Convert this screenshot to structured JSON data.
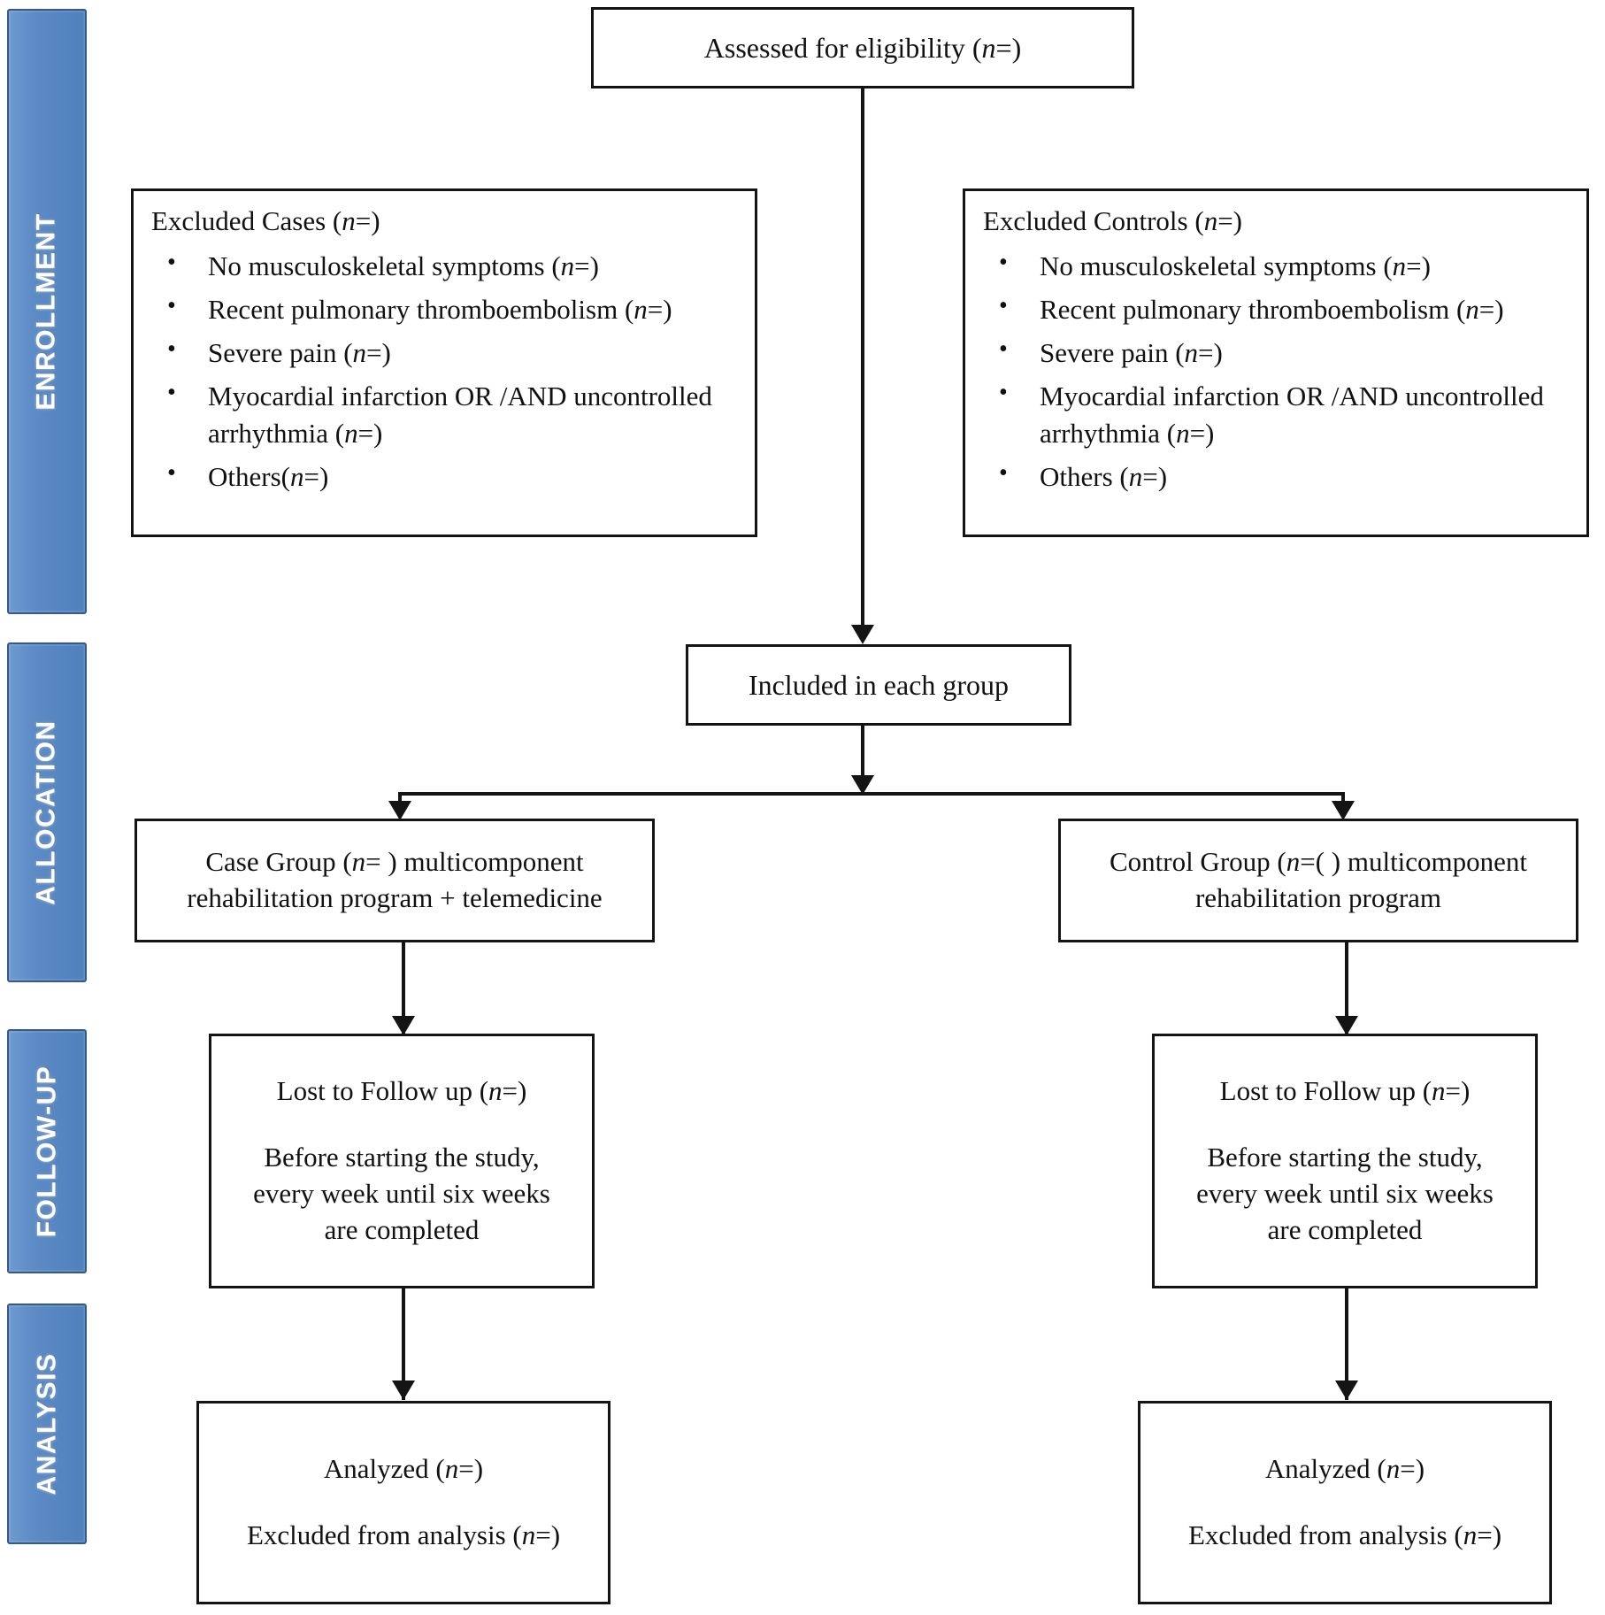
{
  "stages": [
    {
      "id": "enrollment",
      "label": "ENROLLMENT"
    },
    {
      "id": "allocation",
      "label": "ALLOCATION"
    },
    {
      "id": "follow-up",
      "label": "FOLLOW-UP"
    },
    {
      "id": "analysis",
      "label": "ANALYSIS"
    }
  ],
  "colors": {
    "stage_bar_blue": "#4f81bd",
    "stage_bar_border": "#36598a",
    "node_border": "#141414",
    "page_background": "#ffffff",
    "text": "#111111"
  },
  "nodes": {
    "assessed": {
      "text": "Assessed for eligibility (n=)"
    },
    "excluded_cases": {
      "title": "Excluded Cases (n=)",
      "bullets": [
        "No musculoskeletal symptoms (n=)",
        "Recent pulmonary thromboembolism (n=)",
        "Severe pain (n=)",
        "Myocardial infarction OR /AND uncontrolled arrhythmia (n=)",
        "Others(n=)"
      ]
    },
    "excluded_controls": {
      "title": "Excluded Controls (n=)",
      "bullets": [
        "No musculoskeletal symptoms (n=)",
        "Recent pulmonary thromboembolism (n=)",
        "Severe pain (n=)",
        "Myocardial infarction OR /AND uncontrolled arrhythmia (n=)",
        "Others (n=)"
      ]
    },
    "included": {
      "text": "Included in each group"
    },
    "case_group": {
      "line1": "Case Group (n=    ) multicomponent",
      "line2": "rehabilitation program + telemedicine"
    },
    "control_group": {
      "line1": "Control Group (n=(   ) multicomponent",
      "line2": "rehabilitation program"
    },
    "lost_followup_case": {
      "line1": "Lost to Follow up (n=)",
      "line2": "Before starting the study,",
      "line3": "every week until six weeks",
      "line4": "are completed"
    },
    "lost_followup_control": {
      "line1": "Lost to Follow up (n=)",
      "line2": "Before starting the study,",
      "line3": "every week until six weeks",
      "line4": "are completed"
    },
    "analyzed_case": {
      "line1": "Analyzed (n=)",
      "line2": "Excluded from analysis (n=)"
    },
    "analyzed_control": {
      "line1": "Analyzed (n=)",
      "line2": "Excluded from analysis (n=)"
    }
  }
}
